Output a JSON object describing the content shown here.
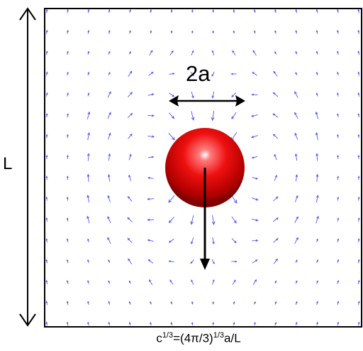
{
  "labels": {
    "length": "L",
    "diameter": "2a",
    "caption": {
      "c": "c",
      "exp1": "1/3",
      "eq": "=(4π/3)",
      "exp2": "1/3",
      "tail": "a/L"
    }
  },
  "colors": {
    "sphere": "#e30000",
    "flow_arrows": "#5555ee",
    "frame": "#000000"
  }
}
